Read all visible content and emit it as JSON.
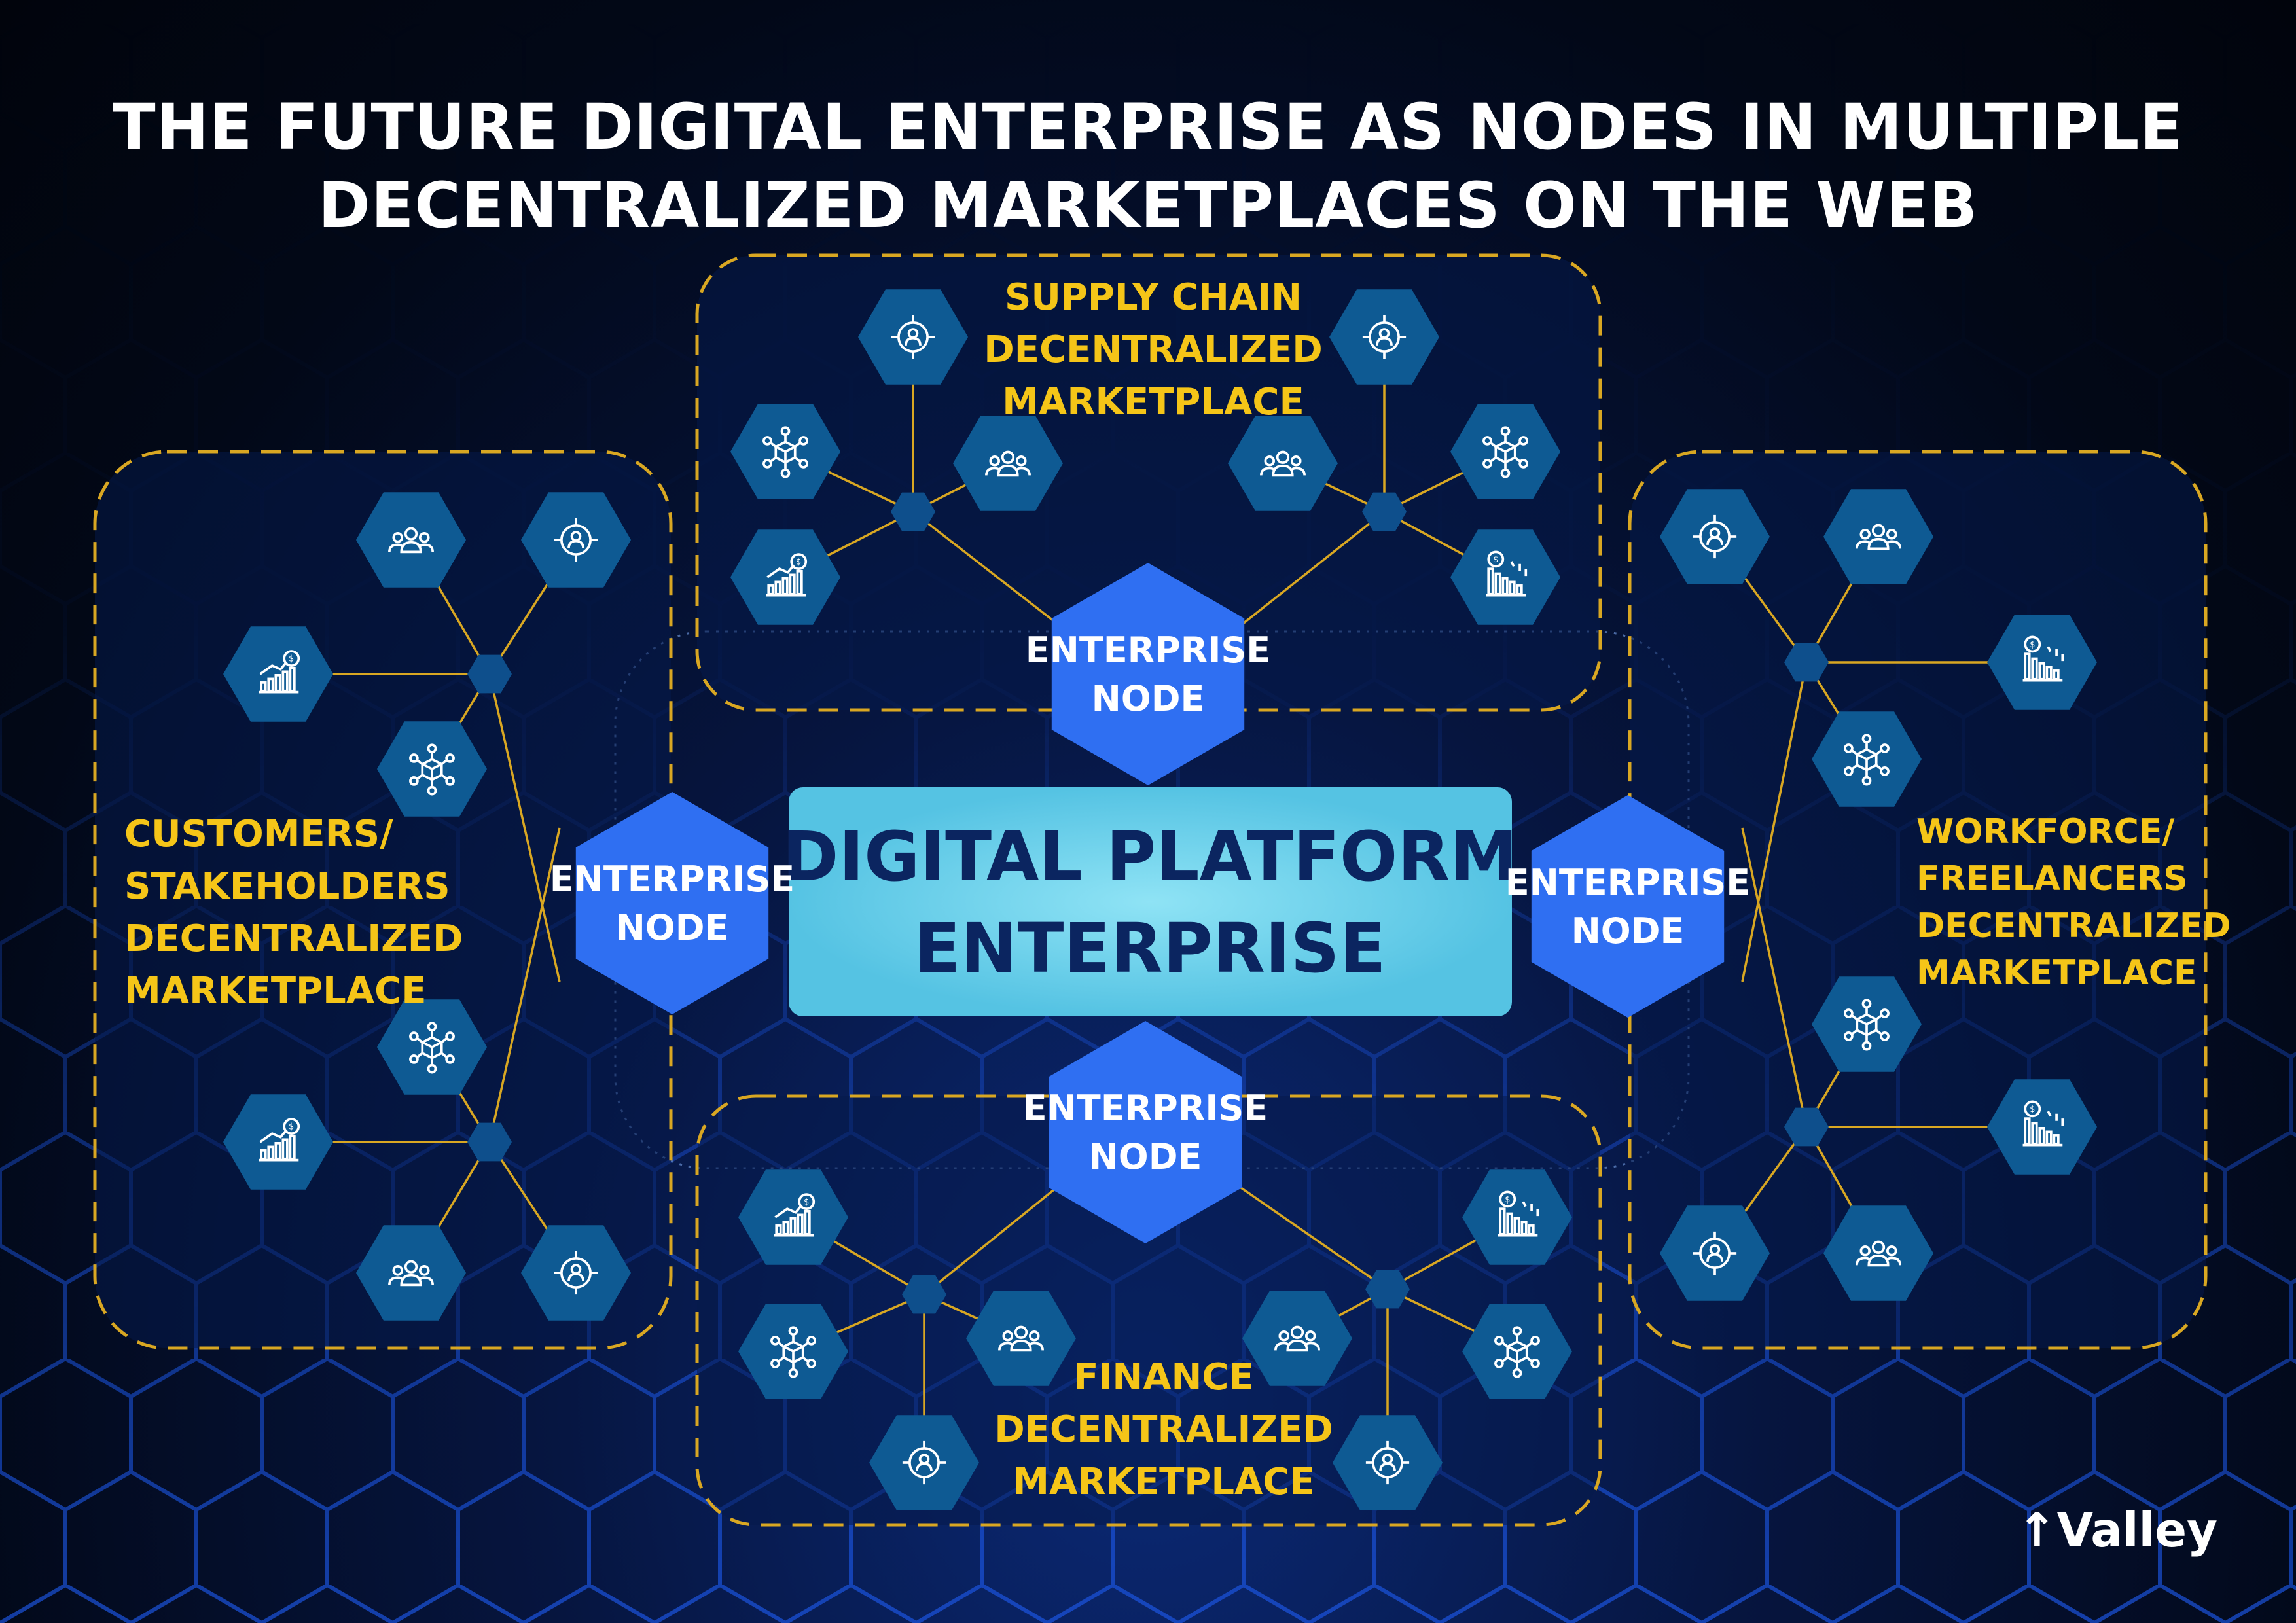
{
  "title": {
    "line1": "THE FUTURE DIGITAL ENTERPRISE AS NODES IN MULTIPLE",
    "line2": "DECENTRALIZED MARKETPLACES ON THE WEB"
  },
  "center": {
    "line1": "DIGITAL PLATFORM",
    "line2": "ENTERPRISE"
  },
  "enterprise_node": {
    "line1": "ENTERPRISE",
    "line2": "NODE"
  },
  "marketplaces": {
    "supply_chain": [
      "SUPPLY CHAIN",
      "DECENTRALIZED",
      "MARKETPLACE"
    ],
    "customers": [
      "CUSTOMERS/",
      "STAKEHOLDERS",
      "DECENTRALIZED",
      "MARKETPLACE"
    ],
    "workforce": [
      "WORKFORCE/",
      "FREELANCERS",
      "DECENTRALIZED",
      "MARKETPLACE"
    ],
    "finance": [
      "FINANCE",
      "DECENTRALIZED",
      "MARKETPLACE"
    ]
  },
  "logo": "Valley",
  "colors": {
    "accent_gold": "#f5c518",
    "node_blue": "#2f6ff2",
    "center_cyan": "#6ad0ec",
    "icon_hex": "#0e5a93"
  },
  "icons": [
    "people-group-icon",
    "target-person-icon",
    "growth-chart-icon",
    "decline-chart-icon",
    "network-box-icon"
  ]
}
